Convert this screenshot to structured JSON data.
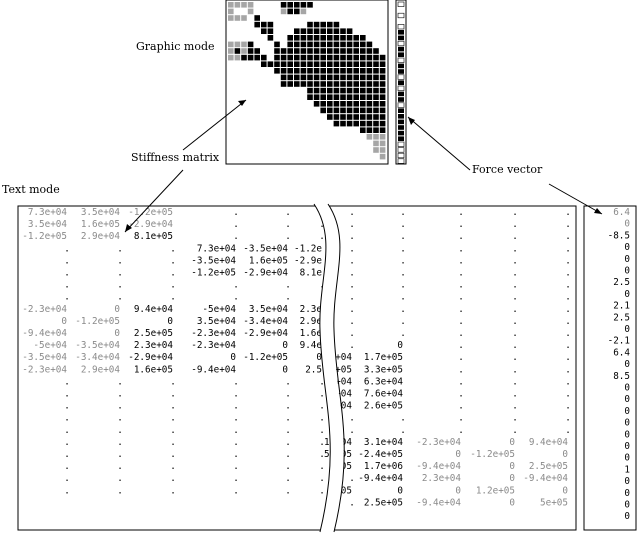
{
  "labels": {
    "graphic_mode": "Graphic mode",
    "stiffness_matrix": "Stiffness matrix",
    "force_vector": "Force vector",
    "text_mode": "Text mode"
  },
  "colors": {
    "ink": "#000000",
    "dim": "#8a8a8a",
    "cell_filled": "#000000",
    "cell_grey": "#a6a6a6"
  },
  "matrix_left_rows": [
    [
      "7.3e+04",
      "3.5e+04",
      "-1.2e+05",
      "",
      "",
      ""
    ],
    [
      "3.5e+04",
      "1.6e+05",
      "-2.9e+04",
      "",
      "",
      ""
    ],
    [
      "-1.2e+05",
      "2.9e+04",
      "8.1e+05",
      "",
      "",
      ""
    ],
    [
      "",
      "",
      "",
      "7.3e+04",
      "-3.5e+04",
      "-1.2e"
    ],
    [
      "",
      "",
      "",
      "-3.5e+04",
      "1.6e+05",
      "-2.9e"
    ],
    [
      "",
      "",
      "",
      "-1.2e+05",
      "-2.9e+04",
      "8.1e"
    ],
    [
      "",
      "",
      "",
      "",
      "",
      ""
    ],
    [
      "",
      "",
      "",
      "",
      "",
      ""
    ],
    [
      "-2.3e+04",
      "0",
      "9.4e+04",
      "-5e+04",
      "3.5e+04",
      "2.3e"
    ],
    [
      "0",
      "-1.2e+05",
      "0",
      "3.5e+04",
      "-3.4e+04",
      "2.9e"
    ],
    [
      "-9.4e+04",
      "0",
      "2.5e+05",
      "-2.3e+04",
      "-2.9e+04",
      "1.6e"
    ],
    [
      "-5e+04",
      "-3.5e+04",
      "2.3e+04",
      "-2.3e+04",
      "0",
      "9.4e"
    ],
    [
      "-3.5e+04",
      "-3.4e+04",
      "-2.9e+04",
      "0",
      "-1.2e+05",
      "0"
    ],
    [
      "-2.3e+04",
      "2.9e+04",
      "1.6e+05",
      "-9.4e+04",
      "0",
      "2.5"
    ],
    [
      "",
      "",
      "",
      "",
      "",
      ""
    ],
    [
      "",
      "",
      "",
      "",
      "",
      ""
    ],
    [
      "",
      "",
      "",
      "",
      "",
      ""
    ],
    [
      "",
      "",
      "",
      "",
      "",
      ""
    ],
    [
      "",
      "",
      "",
      "",
      "",
      ""
    ],
    [
      "",
      "",
      "",
      "",
      "",
      ""
    ],
    [
      "",
      "",
      "",
      "",
      "",
      ""
    ],
    [
      "",
      "",
      "",
      "",
      "",
      ""
    ],
    [
      "",
      "",
      "",
      "",
      "",
      ""
    ],
    [
      "",
      "",
      "",
      "",
      "",
      ""
    ]
  ],
  "matrix_right_rows": [
    [
      "",
      "",
      "",
      "",
      "",
      ""
    ],
    [
      "",
      "",
      "",
      "",
      "",
      ""
    ],
    [
      "",
      "",
      "",
      "",
      "",
      ""
    ],
    [
      "",
      "",
      "",
      "",
      "",
      ""
    ],
    [
      "",
      "",
      "",
      "",
      "",
      ""
    ],
    [
      "",
      "",
      "",
      "",
      "",
      ""
    ],
    [
      "",
      "",
      "",
      "",
      "",
      ""
    ],
    [
      "",
      "",
      "",
      "",
      "",
      ""
    ],
    [
      "",
      "",
      "",
      "",
      "",
      ""
    ],
    [
      "",
      "",
      "",
      "",
      "",
      ""
    ],
    [
      "",
      "",
      "",
      "",
      "",
      ""
    ],
    [
      "",
      "0",
      "",
      "",
      "",
      ""
    ],
    [
      "e+04",
      "1.7e+05",
      "",
      "",
      "",
      ""
    ],
    [
      "e+05",
      "3.3e+05",
      "",
      "",
      "",
      ""
    ],
    [
      "e+04",
      "6.3e+04",
      "",
      "",
      "",
      ""
    ],
    [
      "e+04",
      "7.6e+04",
      "",
      "",
      "",
      ""
    ],
    [
      "e+04",
      "2.6e+05",
      "",
      "",
      "",
      ""
    ],
    [
      "",
      "",
      "",
      "",
      "",
      ""
    ],
    [
      "",
      "",
      "",
      "",
      "",
      ""
    ],
    [
      "1e+04",
      "3.1e+04",
      "-2.3e+04",
      "0",
      "9.4e+04",
      ""
    ],
    [
      "5e+05",
      "-2.4e+05",
      "0",
      "-1.2e+05",
      "0",
      ""
    ],
    [
      "e+05",
      "1.7e+06",
      "-9.4e+04",
      "0",
      "2.5e+05",
      ""
    ],
    [
      "",
      "-9.4e+04",
      "2.3e+04",
      "0",
      "-9.4e+04",
      ""
    ],
    [
      "05",
      "0",
      "0",
      "1.2e+05",
      "0",
      ""
    ],
    [
      "",
      "2.5e+05",
      "-9.4e+04",
      "0",
      "5e+05",
      ""
    ]
  ],
  "force_vector_values": [
    "6.4",
    "0",
    "-8.5",
    "0",
    "0",
    "0",
    "2.5",
    "0",
    "2.1",
    "2.5",
    "0",
    "-2.1",
    "6.4",
    "0",
    "8.5",
    "0",
    "0",
    "0",
    "0",
    "0",
    "0",
    "0",
    "1",
    "0",
    "0",
    "0",
    "0"
  ],
  "matrix_cells": [
    "gggg....bbbbb...........",
    "g..g....gbbg............",
    "ggg.b...................",
    "....bbb.....bbbbb.......",
    ".....bb...bbbbbbbbb.....",
    "......b..bbbbbbbbbbbb...",
    "gggb...b.bbbbbbbbbbbbb..",
    "gbgbb..bbbbbbbbbbbbbbbb.",
    "ggbbbb.bbbbbbbbbbbbbbbbb",
    ".....bbbbbbbbbbbbbbbbbbb",
    ".......bbbbbbbbbbbbbbbbb",
    "........bbbbbbbbbbbbbbbb",
    "........bbbbbbbbbbbbbbbb",
    "............bbbbbbbbbbbb",
    "............bbbbbbbbbbbb",
    ".............bbbbbbbbbbb",
    "..............bbbbbbbbbb",
    "...............bbbbbbbbb",
    "................bbbbbbbb",
    "....................bbbb",
    ".....................ggg",
    "......................gg",
    "......................gg",
    ".......................g"
  ],
  "force_cells": "g.g.gbbgbbgbbgbgbbgbbbbbbgggg"
}
